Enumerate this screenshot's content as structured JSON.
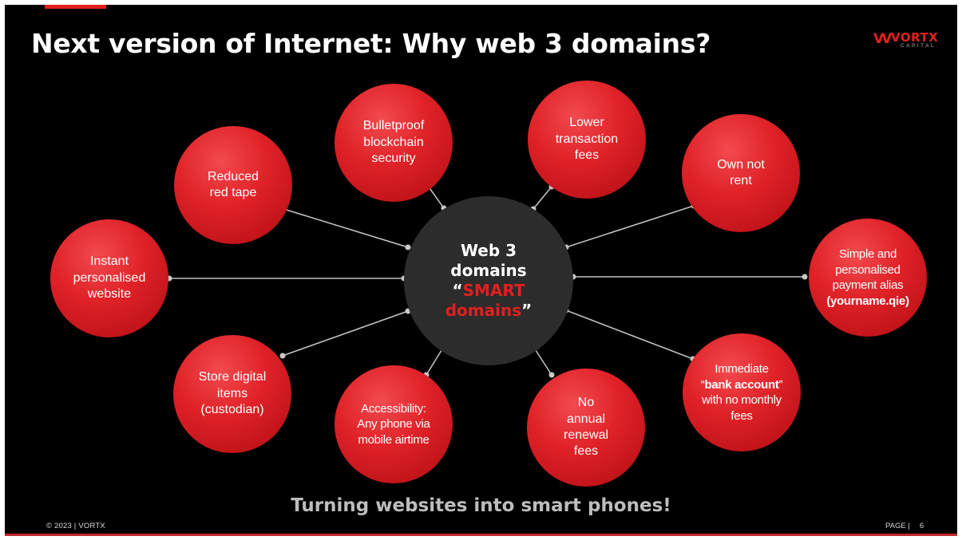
{
  "title": "Next version of Internet: Why web 3 domains?",
  "logo": {
    "name": "VORTX",
    "sub": "CAPITAL"
  },
  "hub": {
    "line1": "Web 3",
    "line2": "domains",
    "open_quote": "“",
    "smart": "SMART",
    "domains_red": "domains",
    "close_quote": "”"
  },
  "benefits": {
    "bulletproof": [
      "Bulletproof",
      "blockchain",
      "security"
    ],
    "lower_fees": [
      "Lower",
      "transaction",
      "fees"
    ],
    "red_tape": [
      "Reduced",
      "red tape"
    ],
    "own_not_rent": [
      "Own not",
      "rent"
    ],
    "instant_website": [
      "Instant",
      "personalised",
      "website"
    ],
    "payment_alias": [
      "Simple and",
      "personalised",
      "payment alias",
      "(yourname.qie)"
    ],
    "store_items": [
      "Store digital",
      "items",
      "(custodian)"
    ],
    "accessibility": [
      "Accessibility:",
      "Any phone via",
      "mobile airtime"
    ],
    "no_renewal": [
      "No",
      "annual",
      "renewal",
      "fees"
    ],
    "bank_account": {
      "line1": "Immediate",
      "open_quote": "“",
      "bold": "bank account",
      "close_quote": "”",
      "line3": "with no monthly",
      "line4": "fees"
    }
  },
  "tagline": "Turning websites into smart phones!",
  "footer": {
    "copyright": "© 2023  |  VORTX",
    "page_label": "PAGE |",
    "page_number": "6"
  },
  "colors": {
    "background": "#000000",
    "accent": "#e0201f",
    "hub": "#2c2c2c",
    "connector": "#bfbfbf",
    "tagline": "#bdbdbd"
  }
}
